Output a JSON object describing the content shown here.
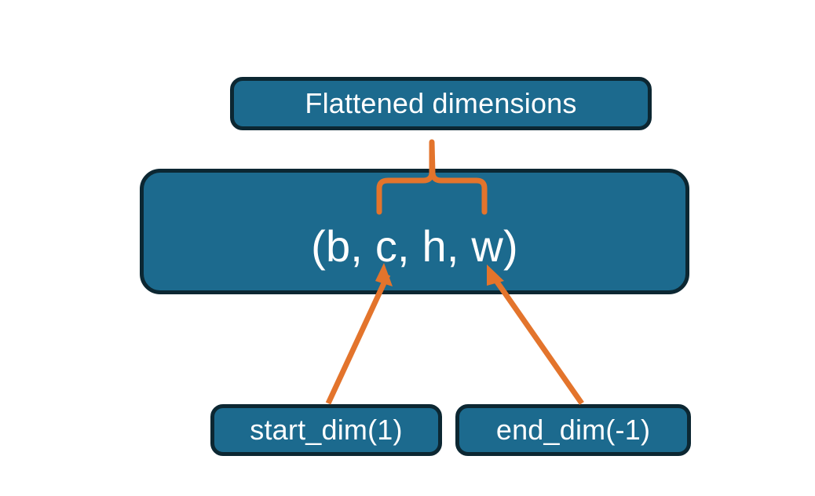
{
  "diagram": {
    "title_node": {
      "label": "Flattened dimensions"
    },
    "shape_node": {
      "label": "(b, c, h, w)"
    },
    "start_node": {
      "label": "start_dim(1)"
    },
    "end_node": {
      "label": "end_dim(-1)"
    },
    "colors": {
      "box_fill": "#1c6a8e",
      "box_border": "#0c2732",
      "box_text": "#ffffff",
      "accent_orange": "#e3742c",
      "background": "#ffffff"
    },
    "annotations": {
      "brace": "curly-brace-up",
      "arrow_start": "arrow-start-dim-to-c",
      "arrow_end": "arrow-end-dim-to-w"
    }
  }
}
